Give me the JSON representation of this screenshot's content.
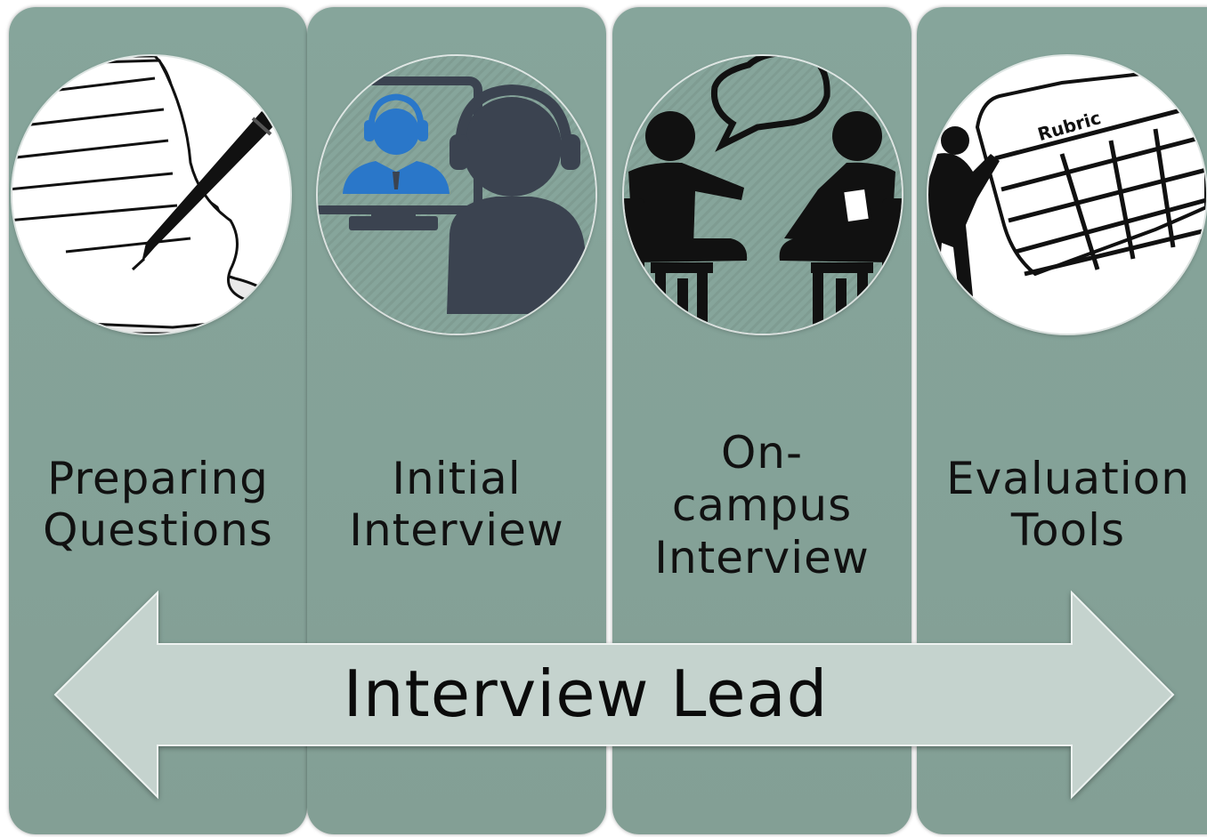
{
  "stages": [
    {
      "lines": [
        "Preparing",
        "Questions"
      ],
      "icon": "document-pen-icon"
    },
    {
      "lines": [
        "Initial",
        "Interview"
      ],
      "icon": "video-call-icon"
    },
    {
      "lines": [
        "On-",
        "campus",
        "Interview"
      ],
      "icon": "conversation-icon"
    },
    {
      "lines": [
        "Evaluation",
        "Tools"
      ],
      "icon": "rubric-icon"
    }
  ],
  "rubric_text": "Rubric",
  "arrow": {
    "label": "Interview Lead"
  },
  "colors": {
    "panel": "#86a59b",
    "arrow": "#c5d3ce",
    "headset_blue": "#2a77c9",
    "dark_figure": "#3b4350"
  }
}
